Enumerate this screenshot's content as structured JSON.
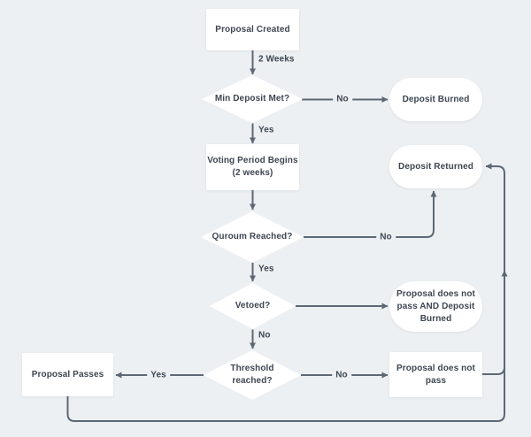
{
  "colors": {
    "background": "#edf0f3",
    "node_fill": "#ffffff",
    "connector": "#5e6875",
    "text": "#3e4651"
  },
  "nodes": {
    "proposal_created": {
      "type": "process",
      "lines": [
        "Proposal Created"
      ]
    },
    "min_deposit_met": {
      "type": "decision",
      "lines": [
        "Min Deposit Met?"
      ]
    },
    "deposit_burned": {
      "type": "terminal",
      "lines": [
        "Deposit Burned"
      ]
    },
    "voting_period": {
      "type": "process",
      "lines": [
        "Voting Period Begins",
        "(2 weeks)"
      ]
    },
    "deposit_returned": {
      "type": "terminal",
      "lines": [
        "Deposit Returned"
      ]
    },
    "quorum_reached": {
      "type": "decision",
      "lines": [
        "Quroum Reached?"
      ]
    },
    "vetoed": {
      "type": "decision",
      "lines": [
        "Vetoed?"
      ]
    },
    "proposal_fails_deposit_burned": {
      "type": "terminal",
      "lines": [
        "Proposal does not",
        "pass AND Deposit",
        "Burned"
      ]
    },
    "threshold_reached": {
      "type": "decision",
      "lines": [
        "Threshold",
        "reached?"
      ]
    },
    "proposal_passes": {
      "type": "process",
      "lines": [
        "Proposal Passes"
      ]
    },
    "proposal_does_not_pass": {
      "type": "process",
      "lines": [
        "Proposal does not",
        "pass"
      ]
    }
  },
  "edge_labels": {
    "created_wait": "2 Weeks",
    "min_deposit_no": "No",
    "min_deposit_yes": "Yes",
    "quorum_no": "No",
    "quorum_yes": "Yes",
    "vetoed_no": "No",
    "threshold_yes": "Yes",
    "threshold_no": "No"
  }
}
